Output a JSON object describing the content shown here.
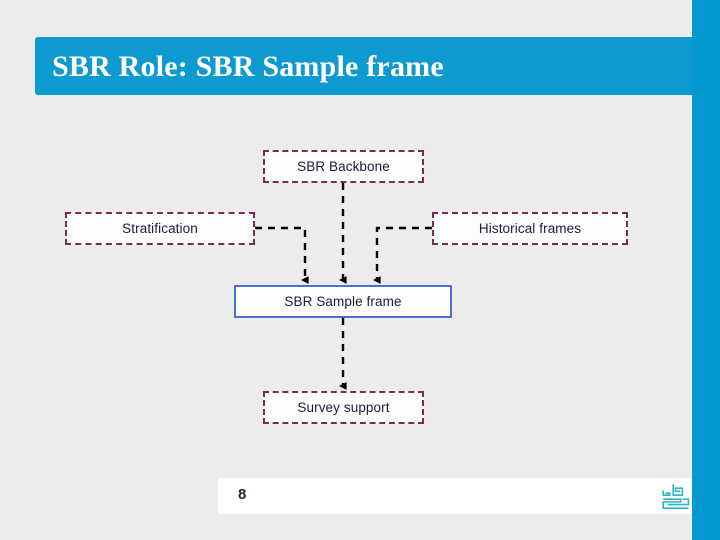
{
  "slide": {
    "title": "SBR Role: SBR Sample frame",
    "page_number": "8",
    "background_color": "#ececec",
    "accent_color": "#0c9ad1",
    "footer_background": "#ffffff"
  },
  "logo": {
    "name": "cbs-logo",
    "alt_text": "cbs",
    "color": "#2bb3c8"
  },
  "diagram": {
    "type": "flow-diagram",
    "dashed_border_color": "#7d2a52",
    "solid_border_color": "#4a6fd0",
    "node_fill": "#fdfdfd",
    "connector_color": "#000000",
    "nodes": [
      {
        "id": "backbone",
        "label": "SBR Backbone",
        "style": "dashed"
      },
      {
        "id": "stratification",
        "label": "Stratification",
        "style": "dashed"
      },
      {
        "id": "historical",
        "label": "Historical frames",
        "style": "dashed"
      },
      {
        "id": "sampleframe",
        "label": "SBR Sample frame",
        "style": "solid"
      },
      {
        "id": "survey",
        "label": "Survey support",
        "style": "dashed"
      }
    ],
    "edges": [
      {
        "from": "backbone",
        "to": "sampleframe",
        "style": "dashed",
        "arrow": "end"
      },
      {
        "from": "stratification",
        "to": "sampleframe",
        "style": "dashed",
        "arrow": "end"
      },
      {
        "from": "historical",
        "to": "sampleframe",
        "style": "dashed",
        "arrow": "end"
      },
      {
        "from": "sampleframe",
        "to": "survey",
        "style": "dashed",
        "arrow": "end"
      }
    ]
  }
}
